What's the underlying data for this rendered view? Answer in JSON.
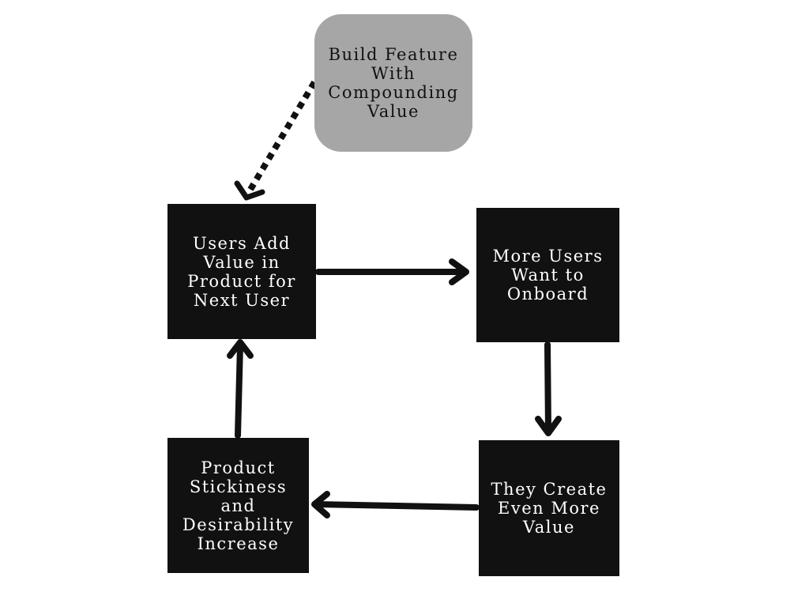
{
  "diagram": {
    "nodes": {
      "start": {
        "label": "Build Feature With Compounding Value",
        "fill": "#a6a6a6"
      },
      "users_add_value": {
        "label": "Users Add Value in Product for Next User",
        "fill": "#111111"
      },
      "more_users": {
        "label": "More Users Want to Onboard",
        "fill": "#111111"
      },
      "create_value": {
        "label": "They Create Even More Value",
        "fill": "#111111"
      },
      "stickiness": {
        "label": "Product Stickiness and Desirability Increase",
        "fill": "#111111"
      }
    },
    "edges": [
      {
        "from": "start",
        "to": "users_add_value",
        "style": "dotted"
      },
      {
        "from": "users_add_value",
        "to": "more_users",
        "style": "solid"
      },
      {
        "from": "more_users",
        "to": "create_value",
        "style": "solid"
      },
      {
        "from": "create_value",
        "to": "stickiness",
        "style": "solid"
      },
      {
        "from": "stickiness",
        "to": "users_add_value",
        "style": "solid"
      }
    ]
  }
}
